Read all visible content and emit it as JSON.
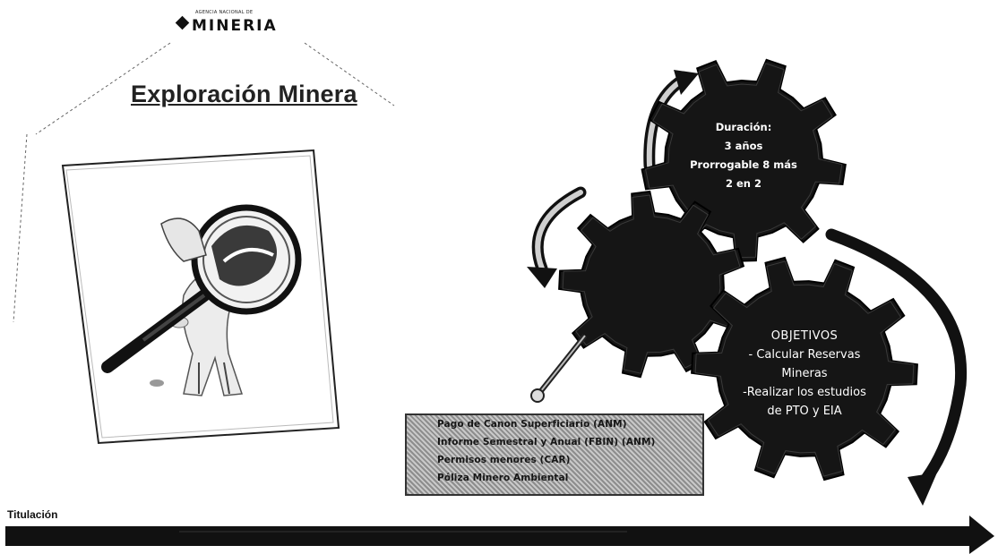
{
  "logo": {
    "small_text": "AGENCIA NACIONAL DE",
    "main_text": "MINERIA"
  },
  "title": "Exploración Minera",
  "duration_gear": {
    "lines": [
      "Duración:",
      "3 años",
      "Prorrogable 8 más",
      "2 en 2"
    ]
  },
  "objectives_gear": {
    "heading": "OBJETIVOS",
    "lines": [
      "- Calcular Reservas",
      "Mineras",
      "-Realizar los estudios",
      "de PTO y EIA"
    ]
  },
  "notes_box": {
    "lines": [
      "Pago de Canon Superficiario (ANM)",
      "Informe Semestral y Anual (FBIN) (ANM)",
      "Permisos menores (CAR)",
      "Póliza Minero Ambiental"
    ]
  },
  "timeline": {
    "label": "Titulación"
  },
  "colors": {
    "gear_fill": "#151515",
    "arrow_fill": "#111111",
    "text_dark": "#222222"
  },
  "icons": {
    "illustration": "magnifying-glass-figure-icon",
    "logo_mark": "diamond-icon"
  }
}
